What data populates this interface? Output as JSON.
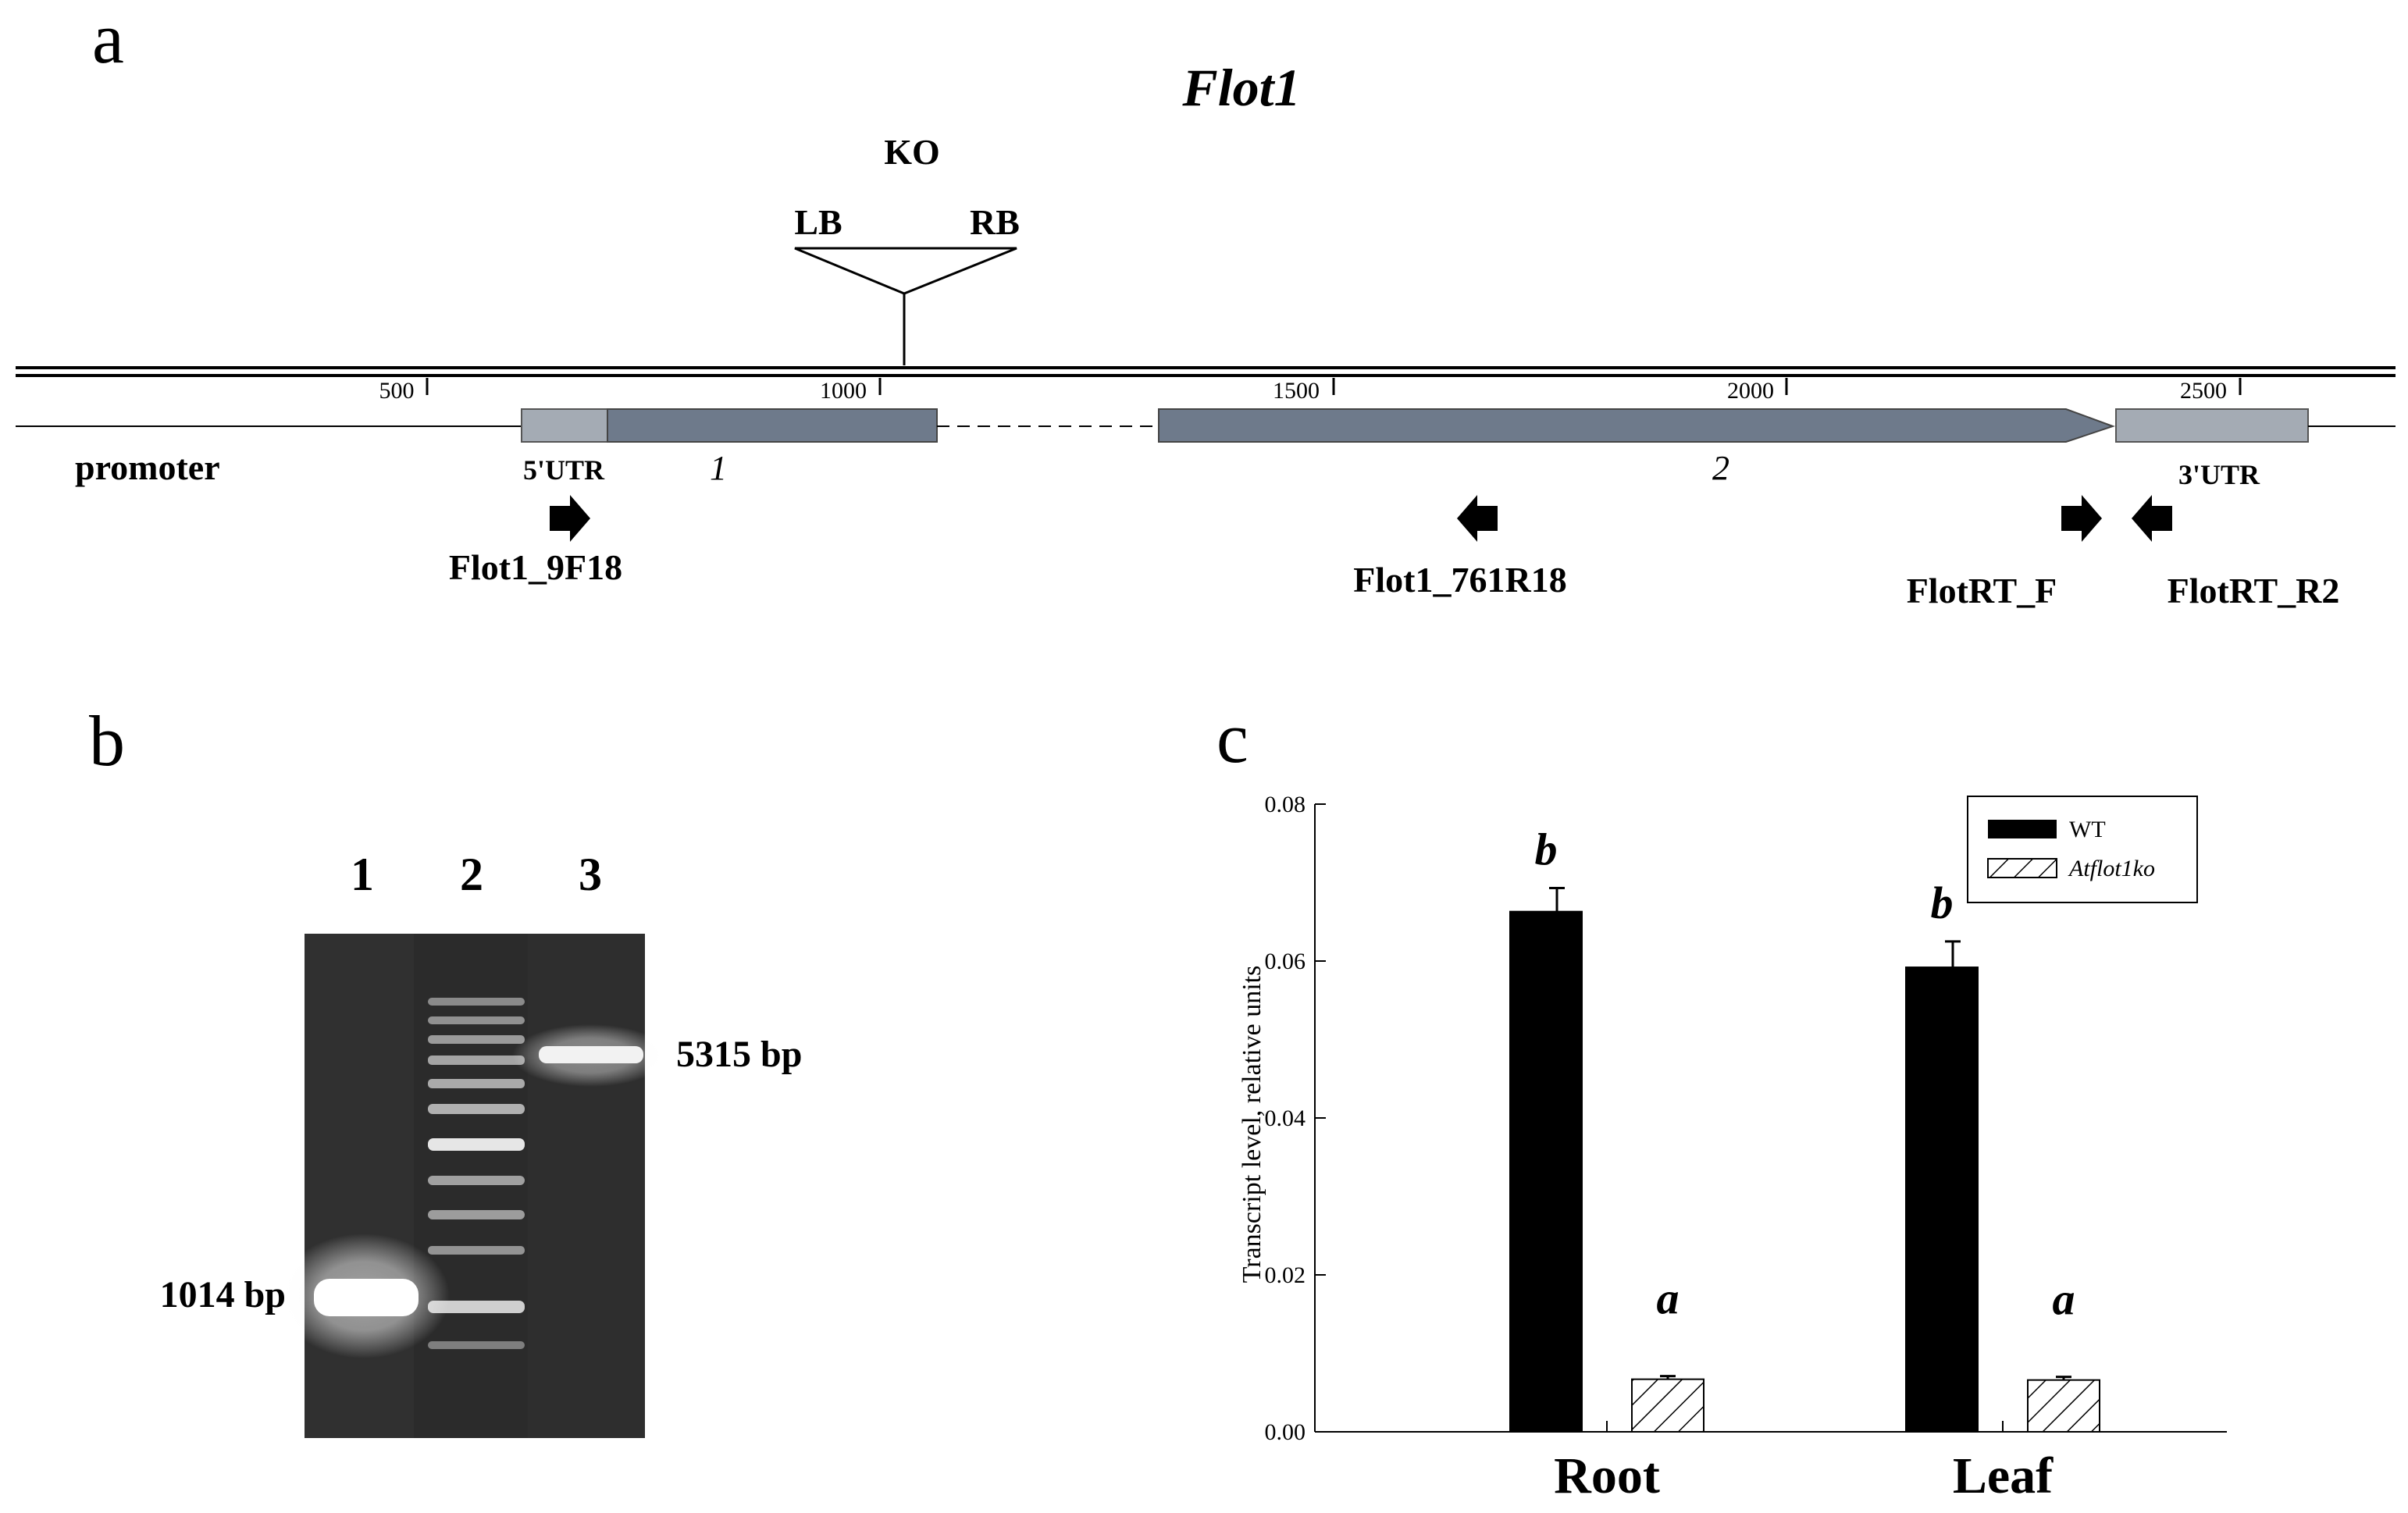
{
  "panel_a": {
    "letter": "a",
    "gene_title": "Flot1",
    "insertion": {
      "label": "KO",
      "left_border": "LB",
      "right_border": "RB",
      "position_bp": 1055
    },
    "scale": {
      "ticks": [
        "500",
        "1000",
        "1500",
        "2000",
        "2500"
      ]
    },
    "regions": {
      "promoter": "promoter",
      "utr5": "5'UTR",
      "exon1": "1",
      "exon2": "2",
      "utr3": "3'UTR"
    },
    "primers": [
      {
        "name": "Flot1_9F18",
        "direction": "forward"
      },
      {
        "name": "Flot1_761R18",
        "direction": "reverse"
      },
      {
        "name": "FlotRT_F",
        "direction": "forward"
      },
      {
        "name": "FlotRT_R2",
        "direction": "reverse"
      }
    ],
    "colors": {
      "exon": "#6e7a8b",
      "utr": "#a4abb4"
    }
  },
  "panel_b": {
    "letter": "b",
    "lanes": [
      "1",
      "2",
      "3"
    ],
    "band_labels": {
      "lane3": "5315 bp",
      "lane1": "1014 bp"
    }
  },
  "panel_c": {
    "letter": "c",
    "legend": {
      "wt": "WT",
      "ko": "Atflot1ko"
    },
    "significance": {
      "root_wt": "b",
      "root_ko": "a",
      "leaf_wt": "b",
      "leaf_ko": "a"
    }
  },
  "chart_data": {
    "type": "bar",
    "categories": [
      "Root",
      "Leaf"
    ],
    "series": [
      {
        "name": "WT",
        "values": [
          0.0663,
          0.0592
        ],
        "errors": [
          0.003,
          0.0033
        ]
      },
      {
        "name": "Atflot1ko",
        "values": [
          0.0067,
          0.0066
        ],
        "errors": [
          0.0004,
          0.0004
        ]
      }
    ],
    "ylabel": "Transcript level, relative units",
    "xlabel": "",
    "ylim": [
      0,
      0.08
    ],
    "yticks": [
      "0.00",
      "0.02",
      "0.04",
      "0.06",
      "0.08"
    ],
    "legend_position": "top-right",
    "grid": false,
    "colors": {
      "WT": "#000000",
      "Atflot1ko": "hatched"
    }
  }
}
